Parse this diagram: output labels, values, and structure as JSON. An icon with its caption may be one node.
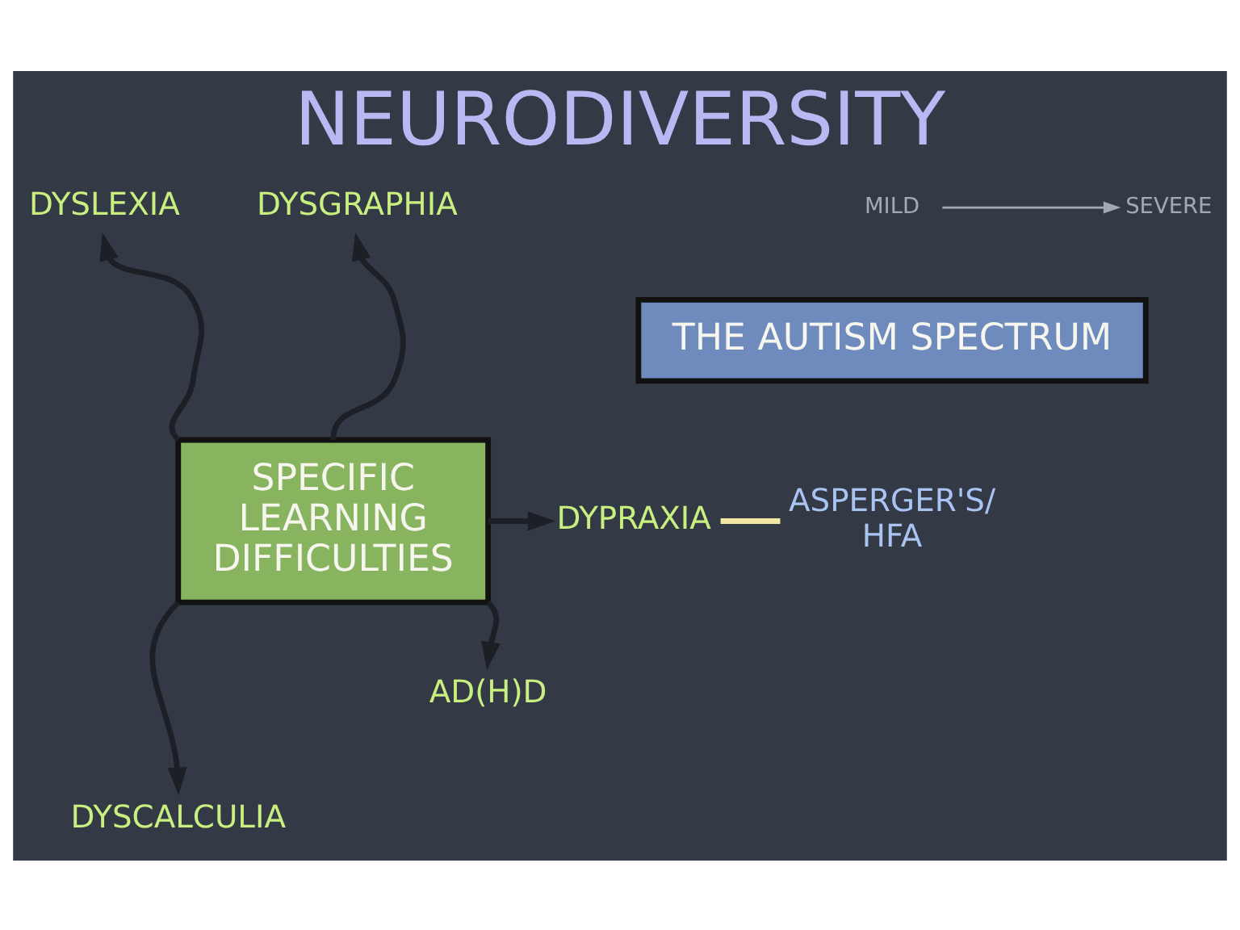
{
  "diagram": {
    "title": "NEURODIVERSITY",
    "nodes": [
      {
        "text": [
          "DYSLEXIA"
        ]
      },
      {
        "text": [
          "DYSGRAPHIA"
        ]
      },
      {
        "text": [
          "MILD"
        ]
      },
      {
        "text": [
          "SEVERE"
        ]
      },
      {
        "text": [
          "SPECIFIC LEARNING DIFFICULTIES"
        ]
      },
      {
        "text": [
          "THE AUTISM SPECTRUM"
        ]
      },
      {
        "text": [
          "DYPRAXIA"
        ]
      },
      {
        "text": [
          "ASPERGER'S/ HFA"
        ]
      },
      {
        "text": [
          "AD(H)D"
        ]
      },
      {
        "text": [
          "DYSCALCULIA"
        ]
      }
    ],
    "edges": [
      {
        "from": 4,
        "to": 0,
        "arrow": "to"
      },
      {
        "from": 4,
        "to": 1,
        "arrow": "to"
      },
      {
        "from": 4,
        "to": 6,
        "arrow": "to"
      },
      {
        "from": 4,
        "to": 8,
        "arrow": "to"
      },
      {
        "from": 4,
        "to": 9,
        "arrow": "to"
      },
      {
        "from": 2,
        "to": 3,
        "arrow": "to",
        "color": "#a3a9b3"
      },
      {
        "from": 6,
        "to": 7,
        "arrow": "none",
        "color": "#f2e6a2"
      }
    ]
  }
}
